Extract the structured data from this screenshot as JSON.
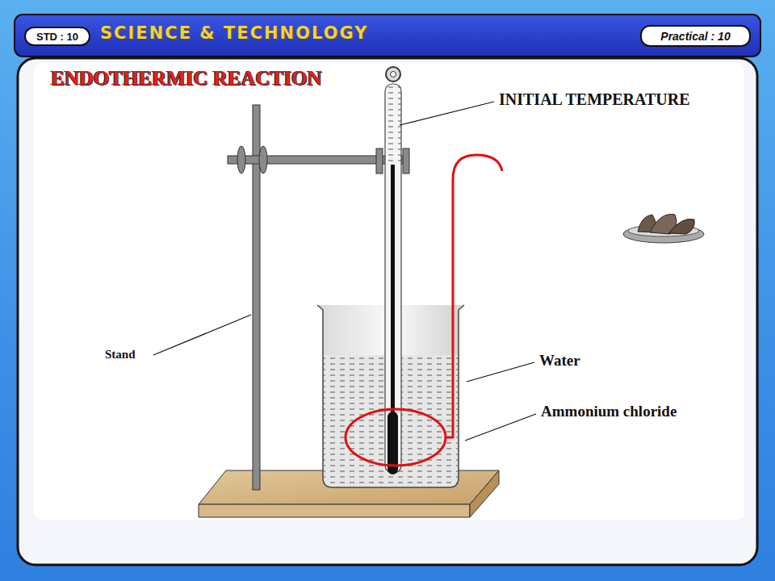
{
  "diagram": {
    "title": "ENDOTHERMIC REACTION",
    "nodes": [
      {
        "text": [
          "STD : 10"
        ]
      },
      {
        "text": [
          "Practical : 10"
        ]
      }
    ],
    "labels": [
      "SCIENCE & TECHNOLOGY",
      "INITIAL TEMPERATURE",
      "Stand",
      "Water",
      "Ammonium chloride"
    ]
  }
}
